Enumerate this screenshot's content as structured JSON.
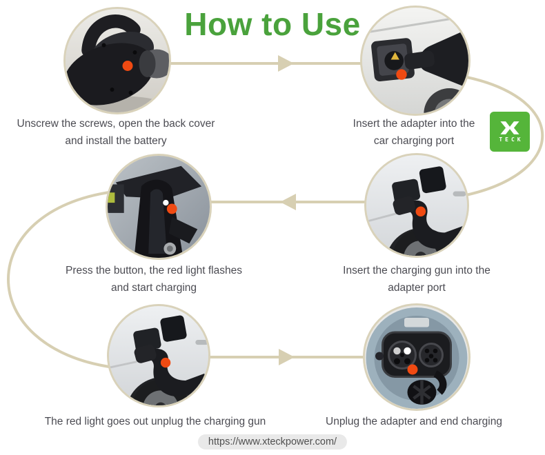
{
  "title": "How to Use",
  "steps": [
    {
      "id": 1,
      "position": "top-left",
      "line1": "Unscrew the screws, open the back cover",
      "line2": "and install the battery",
      "photo_alt": "black adapter handle close-up with screw marked by orange dot"
    },
    {
      "id": 2,
      "position": "top-right",
      "line1": "Insert the adapter into the",
      "line2": "car charging port",
      "photo_alt": "adapter plugged into open car charging port, orange dot marker"
    },
    {
      "id": 3,
      "position": "middle-right",
      "line1": "Insert the charging gun into the",
      "line2": "adapter port",
      "photo_alt": "charging gun inserted into adapter on white car, orange dot marker"
    },
    {
      "id": 4,
      "position": "middle-left",
      "line1": "Press the button, the red light flashes",
      "line2": "and start charging",
      "photo_alt": "close-up of charging gun button with indicator light, orange dot marker"
    },
    {
      "id": 5,
      "position": "bottom-left",
      "line1": "The red light goes out unplug the charging gun",
      "line2": "",
      "photo_alt": "charging gun being unplugged from white car, orange dot marker"
    },
    {
      "id": 6,
      "position": "bottom-right",
      "line1": "Unplug the adapter and end charging",
      "line2": "",
      "photo_alt": "round car charging port with sockets and hanging cap, orange dot marker"
    }
  ],
  "flow": {
    "arrow_1": "right",
    "arrow_2": "left",
    "arrow_3": "right",
    "connector_curves": [
      "right-side top-to-middle",
      "left-side middle-to-bottom"
    ]
  },
  "logo": {
    "brand": "TECK",
    "symbol": "X",
    "color": "#55b53a"
  },
  "footer": {
    "url": "https://www.xteckpower.com/"
  },
  "colors": {
    "title_green": "#4aa23c",
    "logo_green": "#55b53a",
    "connector_beige": "#d7cfb2",
    "caption_gray": "#4b4b52",
    "marker_orange": "#f04a12",
    "footer_pill_bg": "#e9e9e9"
  }
}
